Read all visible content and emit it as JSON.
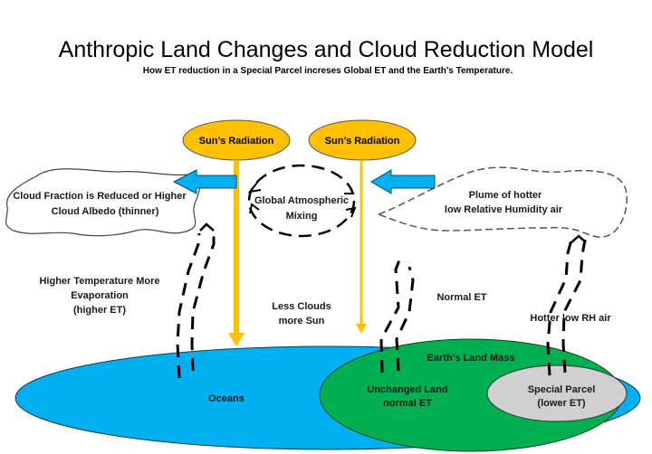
{
  "title": "Anthropic Land Changes and Cloud Reduction Model",
  "subtitle": "How ET reduction in a Special Parcel increses Global ET and  the Earth’s Temperature.",
  "colors": {
    "sun": "#ffc000",
    "ocean": "#00b0f0",
    "land": "#00b050",
    "parcel": "#d0d0d0",
    "arrow_blue": "#00b0f0"
  },
  "suns": [
    {
      "label": "Sun’s Radiation"
    },
    {
      "label": "Sun’s Radiation"
    }
  ],
  "cloud": {
    "line1": "Cloud Fraction is Reduced or Higher",
    "line2": "Cloud Albedo (thinner)"
  },
  "mixing": {
    "line1": "Global Atmospheric",
    "line2": "Mixing"
  },
  "plume": {
    "line1": "Plume of hotter",
    "line2": "low Relative Humidity air"
  },
  "labels": {
    "higher_temp_1": "Higher Temperature More",
    "higher_temp_2": "Evaporation",
    "higher_temp_3": "(higher ET)",
    "less_clouds_1": "Less Clouds",
    "less_clouds_2": "more Sun",
    "normal_et": "Normal ET",
    "hotter_low_rh": "Hotter low RH air"
  },
  "regions": {
    "oceans": "Oceans",
    "land_mass": "Earth’s Land Mass",
    "unchanged_1": "Unchanged Land",
    "unchanged_2": "normal ET",
    "parcel_1": "Special Parcel",
    "parcel_2": "(lower ET)"
  }
}
